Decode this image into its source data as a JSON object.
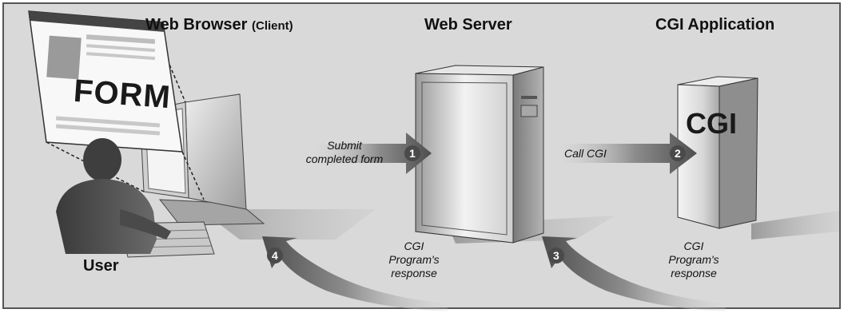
{
  "titles": {
    "browser_main": "Web Browser",
    "browser_sub": "(Client)",
    "server": "Web Server",
    "cgi_app": "CGI Application"
  },
  "form_label": "FORM",
  "cgi_box_label": "CGI",
  "user_label": "User",
  "arrows": [
    {
      "step": "1",
      "label_line1": "Submit",
      "label_line2": "completed form"
    },
    {
      "step": "2",
      "label_line1": "Call CGI"
    },
    {
      "step": "3",
      "label_line1": "CGI",
      "label_line2": "Program's",
      "label_line3": "response"
    },
    {
      "step": "4",
      "label_line1": "CGI",
      "label_line2": "Program's",
      "label_line3": "response"
    }
  ],
  "colors": {
    "background": "#d9d9d9",
    "border": "#555555",
    "arrow_dark": "#5a5a5a",
    "arrow_light": "#dcdcdc"
  }
}
